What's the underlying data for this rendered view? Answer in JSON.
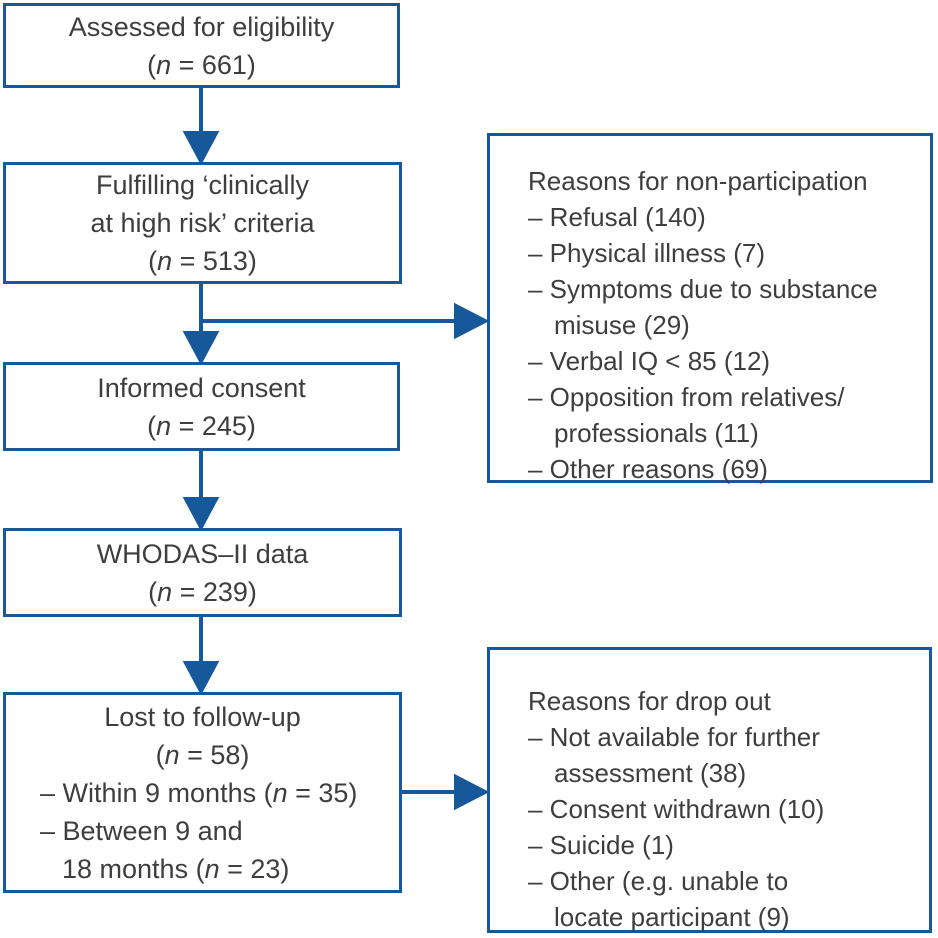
{
  "colors": {
    "accent_blue": "#17589a",
    "text": "#3e3e40",
    "background": "#ffffff"
  },
  "flow": {
    "bullet_char": "–",
    "boxes": [
      {
        "id": "assessed",
        "lines": [
          "Assessed for eligibility",
          "(n = 661)"
        ]
      },
      {
        "id": "clinical-high-risk",
        "lines": [
          "Fulfilling ‘clinically",
          "at high risk’ criteria",
          "(n = 513)"
        ]
      },
      {
        "id": "informed-consent",
        "lines": [
          "Informed consent",
          "(n = 245)"
        ]
      },
      {
        "id": "whodas-data",
        "lines": [
          "WHODAS–II data",
          "(n = 239)"
        ]
      },
      {
        "id": "lost-to-follow-up",
        "lines": [
          "Lost to follow-up",
          "(n = 58)"
        ],
        "bullets": [
          "Within 9 months (n = 35)",
          "Between 9 and\n18 months (n = 23)"
        ]
      }
    ],
    "side_boxes": [
      {
        "id": "non-participation",
        "title": "Reasons for non-participation",
        "items": [
          "Refusal (140)",
          "Physical illness (7)",
          "Symptoms due to substance\nmisuse (29)",
          "Verbal IQ < 85 (12)",
          "Opposition from relatives/\nprofessionals (11)",
          "Other reasons (69)"
        ]
      },
      {
        "id": "drop-out",
        "title": "Reasons for drop out",
        "items": [
          "Not available for further\nassessment (38)",
          "Consent withdrawn (10)",
          "Suicide (1)",
          "Other (e.g. unable to\nlocate participant (9)"
        ]
      }
    ],
    "connections": [
      {
        "from": "assessed",
        "to": "clinical-high-risk"
      },
      {
        "from": "clinical-high-risk",
        "to": "informed-consent"
      },
      {
        "from": "clinical-high-risk",
        "to": "non-participation"
      },
      {
        "from": "informed-consent",
        "to": "whodas-data"
      },
      {
        "from": "whodas-data",
        "to": "lost-to-follow-up"
      },
      {
        "from": "lost-to-follow-up",
        "to": "drop-out"
      }
    ]
  }
}
